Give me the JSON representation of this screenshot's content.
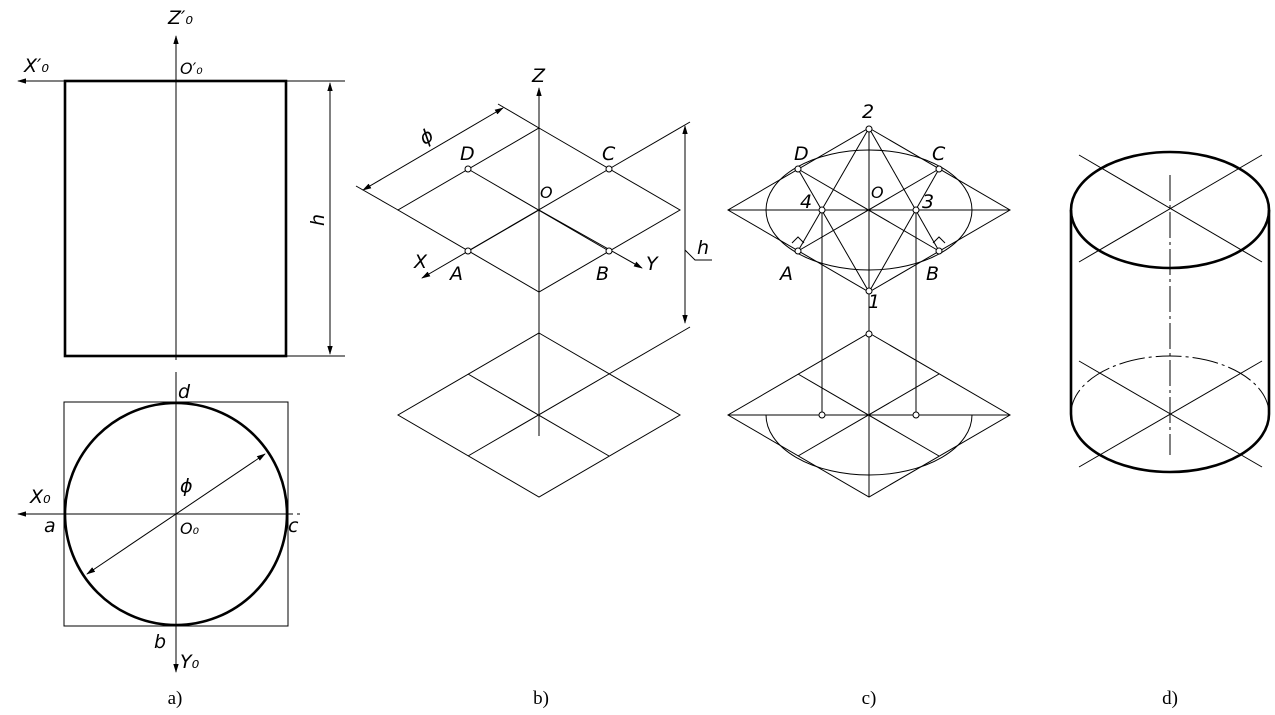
{
  "panels": {
    "a": {
      "caption": "a)",
      "labels": {
        "z0p": "Z′₀",
        "x0p": "X′₀",
        "o0p": "O′₀",
        "h": "h",
        "d": "d",
        "x0": "X₀",
        "phi": "ϕ",
        "a": "a",
        "o0": "O₀",
        "c": "c",
        "b": "b",
        "y0": "Y₀"
      }
    },
    "b": {
      "caption": "b)",
      "labels": {
        "z": "Z",
        "phi": "ϕ",
        "D": "D",
        "C": "C",
        "o": "O",
        "x": "X",
        "A": "A",
        "B": "B",
        "y": "Y",
        "h": "h"
      }
    },
    "c": {
      "caption": "c)",
      "labels": {
        "two": "2",
        "D": "D",
        "C": "C",
        "o": "O",
        "four": "4",
        "three": "3",
        "A": "A",
        "B": "B",
        "one": "1"
      }
    },
    "d": {
      "caption": "d)"
    }
  }
}
